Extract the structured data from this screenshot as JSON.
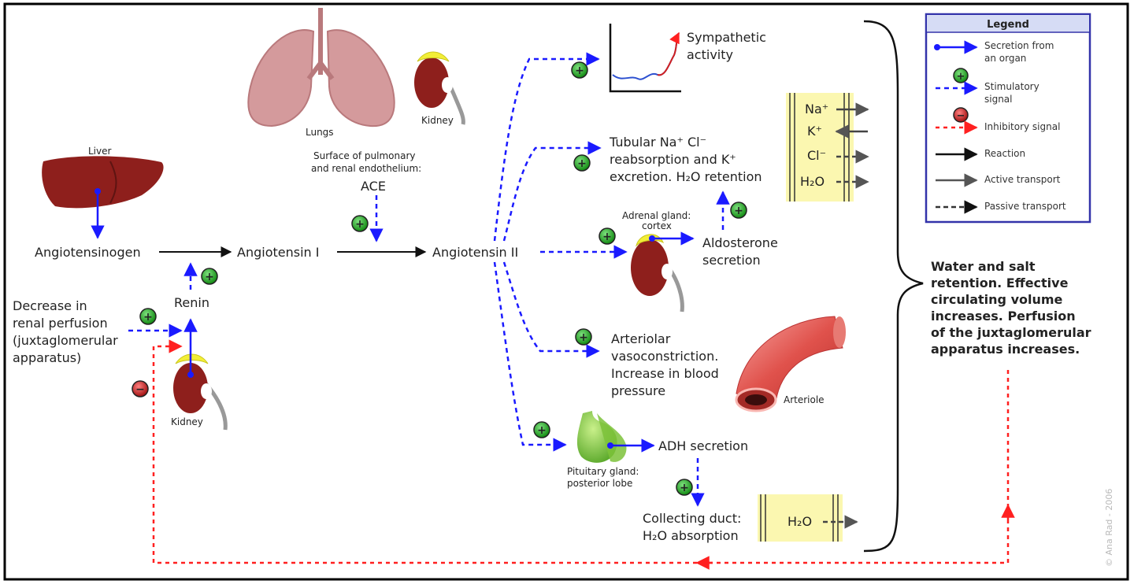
{
  "title": "",
  "credit": "© Ana Rad - 2006",
  "organs": {
    "lungs": "Lungs",
    "kidney_top": "Kidney",
    "liver": "Liver",
    "kidney_bottom": "Kidney",
    "adrenal_line1": "Adrenal gland:",
    "adrenal_line2": "cortex",
    "pituitary_line1": "Pituitary gland:",
    "pituitary_line2": "posterior lobe",
    "arteriole": "Arteriole"
  },
  "ace": {
    "line1": "Surface of pulmonary",
    "line2": "and renal endothelium:",
    "label": "ACE"
  },
  "pathway": {
    "angiotensinogen": "Angiotensinogen",
    "angiotensin1": "Angiotensin I",
    "angiotensin2": "Angiotensin II",
    "renin": "Renin",
    "perfusion": [
      "Decrease in",
      "renal perfusion",
      "(juxtaglomerular",
      "apparatus)"
    ]
  },
  "effects": {
    "sympathetic": [
      "Sympathetic",
      "activity"
    ],
    "tubular": [
      "Tubular Na⁺ Cl⁻",
      "reabsorption and K⁺",
      "excretion. H₂O retention"
    ],
    "aldosterone": [
      "Aldosterone",
      "secretion"
    ],
    "arteriolar": [
      "Arteriolar",
      "vasoconstriction.",
      "Increase in blood",
      "pressure"
    ],
    "adh": "ADH secretion",
    "collecting": [
      "Collecting duct:",
      "H₂O absorption"
    ]
  },
  "transport": {
    "ions": [
      "Na⁺",
      "K⁺",
      "Cl⁻",
      "H₂O"
    ],
    "collecting_ion": "H₂O"
  },
  "result": [
    "Water and salt",
    "retention. Effective",
    "circulating volume",
    "increases. Perfusion",
    "of the juxtaglomerular",
    "apparatus increases."
  ],
  "legend": {
    "title": "Legend",
    "items": [
      {
        "label1": "Secretion from",
        "label2": "an organ"
      },
      {
        "label1": "Stimulatory",
        "label2": "signal"
      },
      {
        "label1": "Inhibitory signal",
        "label2": ""
      },
      {
        "label1": "Reaction",
        "label2": ""
      },
      {
        "label1": "Active transport",
        "label2": ""
      },
      {
        "label1": "Passive transport",
        "label2": ""
      }
    ]
  },
  "symbols": {
    "plus": "+",
    "minus": "−"
  },
  "colors": {
    "secretion": "#1a1aff",
    "stimulatory": "#1a1aff",
    "inhibitory": "#ff2020",
    "reaction": "#111111",
    "legend_border": "#3333aa",
    "legend_header": "#d6dcf5",
    "organ_red": "#8e1f1c",
    "adrenal_yellow": "#f2ee37",
    "lung_pink": "#d49a9c",
    "membrane_yellow": "#fbf7b0",
    "plus_green": "#22aa22",
    "minus_red": "#dd2222"
  }
}
